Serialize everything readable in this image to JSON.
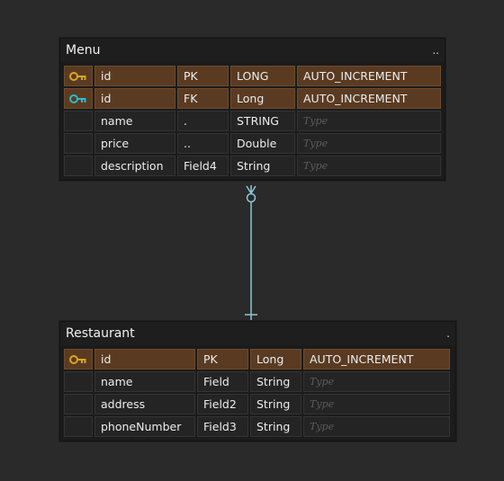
{
  "colors": {
    "canvas": "#2a2a2a",
    "table_bg": "#1b1b1b",
    "key_row": "#5a3b22",
    "pk_key_icon": "#d9a520",
    "fk_key_icon": "#2fb9c9",
    "relation_line": "#8cc8d6"
  },
  "tables": {
    "menu": {
      "title": "Menu",
      "menu_glyph": "..",
      "rows": [
        {
          "icon": "primary-key-icon",
          "name": "id",
          "constraint": "PK",
          "type": "LONG",
          "extra": "AUTO_INCREMENT"
        },
        {
          "icon": "foreign-key-icon",
          "name": "id",
          "constraint": "FK",
          "type": "Long",
          "extra": "AUTO_INCREMENT"
        },
        {
          "icon": "",
          "name": "name",
          "constraint": ".",
          "type": "STRING",
          "extra": "Type"
        },
        {
          "icon": "",
          "name": "price",
          "constraint": "..",
          "type": "Double",
          "extra": "Type"
        },
        {
          "icon": "",
          "name": "description",
          "constraint": "Field4",
          "type": "String",
          "extra": "Type"
        }
      ]
    },
    "restaurant": {
      "title": "Restaurant",
      "menu_glyph": ".",
      "rows": [
        {
          "icon": "primary-key-icon",
          "name": "id",
          "constraint": "PK",
          "type": "Long",
          "extra": "AUTO_INCREMENT"
        },
        {
          "icon": "",
          "name": "name",
          "constraint": "Field",
          "type": "String",
          "extra": "Type"
        },
        {
          "icon": "",
          "name": "address",
          "constraint": "Field2",
          "type": "String",
          "extra": "Type"
        },
        {
          "icon": "",
          "name": "phoneNumber",
          "constraint": "Field3",
          "type": "String",
          "extra": "Type"
        }
      ]
    }
  },
  "relationship": {
    "from": "Menu",
    "to": "Restaurant",
    "from_end": "zero-or-many",
    "to_end": "one"
  }
}
